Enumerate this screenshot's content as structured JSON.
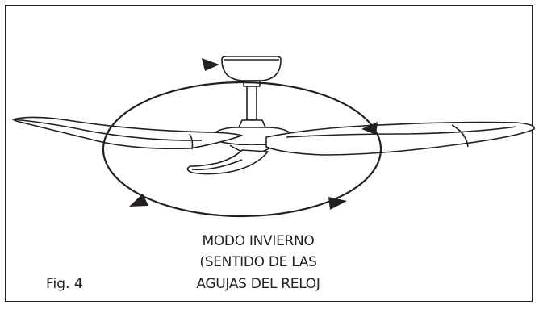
{
  "figure": {
    "label": "Fig. 4",
    "mode_lines": [
      "MODO INVIERNO",
      "(SENTIDO DE LAS",
      "AGUJAS DEL RELOJ"
    ]
  },
  "colors": {
    "line": "#231f20",
    "background": "#ffffff"
  },
  "icons": {
    "rotation_arrows": "arrowhead-icon",
    "fan": "ceiling-fan-illustration"
  }
}
